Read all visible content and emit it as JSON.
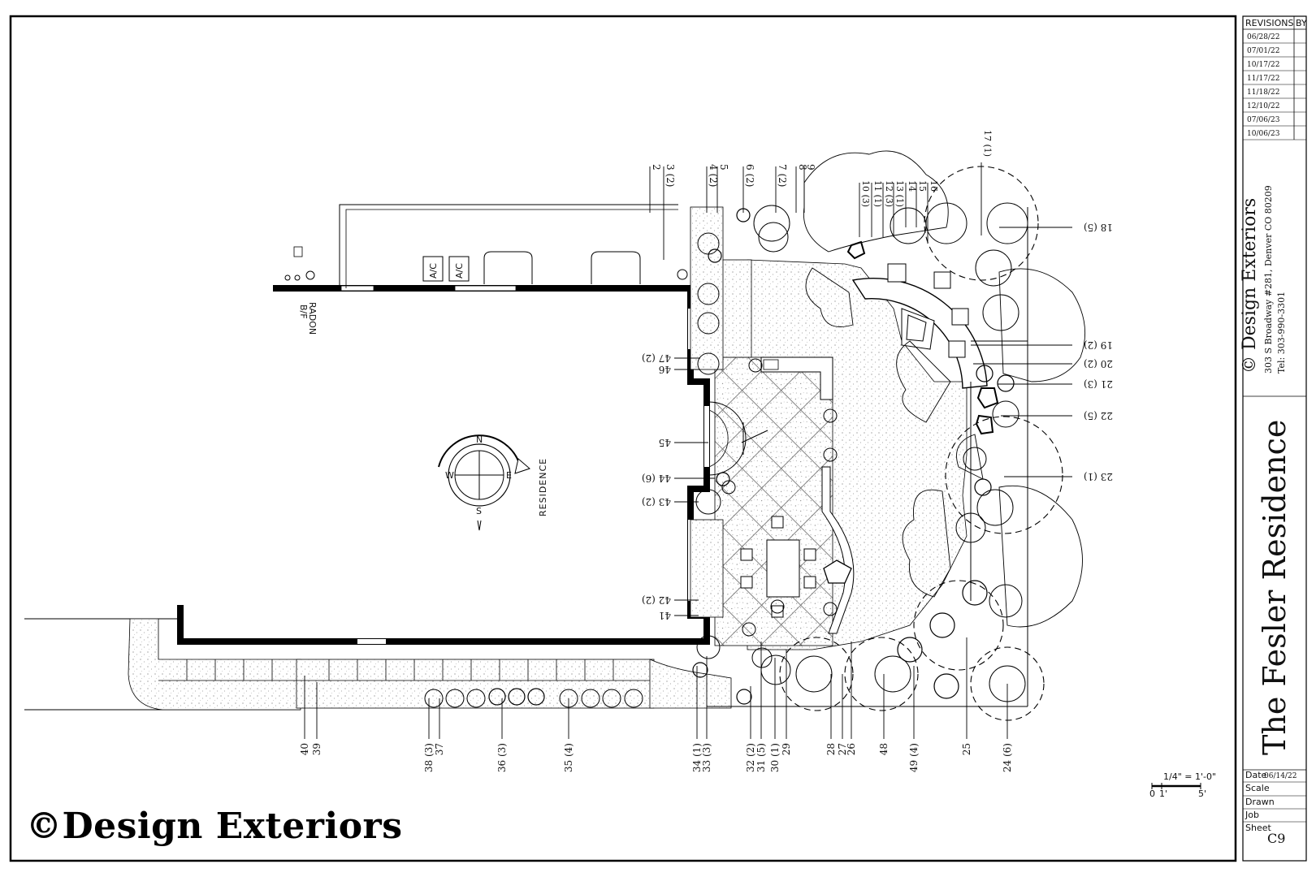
{
  "watermark": "©Design Exteriors",
  "residence_label": "RESIDENCE",
  "bf_label": "B/F",
  "radon_label": "RADON",
  "ac_labels": [
    "A/C",
    "A/C"
  ],
  "compass_letters": [
    "N",
    "E",
    "S",
    "W"
  ],
  "revisions": {
    "header_left": "REVISIONS",
    "header_right": "BY",
    "dates": [
      "06/28/22",
      "07/01/22",
      "10/17/22",
      "11/17/22",
      "11/18/22",
      "12/10/22",
      "07/06/23",
      "10/06/23"
    ]
  },
  "company": {
    "name": "© Design Exteriors",
    "address": "303 S Broadway #281, Denver CO 80209",
    "tel": "Tel: 303-990-3301"
  },
  "project_title": "The Fesler Residence",
  "info_block": {
    "date_label": "Date",
    "date_value": "06/14/22",
    "scale_label": "Scale",
    "drawn_label": "Drawn",
    "job_label": "Job",
    "sheet_label": "Sheet",
    "sheet_value": "C9"
  },
  "scale_bar": {
    "label": "1/4\" = 1'-0\"",
    "ticks": [
      "0",
      "1'",
      "5'"
    ]
  },
  "callouts": {
    "top": [
      "2",
      "3 (2)",
      "4 (2)",
      "5",
      "6 (2)",
      "7 (2)",
      "8",
      "9",
      "10 (3)",
      "11 (1)",
      "12 (3)",
      "13 (1)",
      "14",
      "15",
      "16",
      "17 (1)"
    ],
    "right": [
      "18 (5)",
      "19 (2)",
      "20 (2)",
      "21 (3)",
      "22 (5)",
      "23 (1)"
    ],
    "bottom": [
      "40",
      "39",
      "38 (3)",
      "37",
      "36 (3)",
      "35 (4)",
      "34 (1)",
      "33 (3)",
      "32 (2)",
      "31 (5)",
      "30 (1)",
      "29",
      "28",
      "27",
      "26",
      "48",
      "49 (4)",
      "25",
      "24 (6)"
    ],
    "residence_side": [
      "47 (2)",
      "46",
      "45",
      "44 (6)",
      "43 (2)",
      "42 (2)",
      "41"
    ]
  }
}
